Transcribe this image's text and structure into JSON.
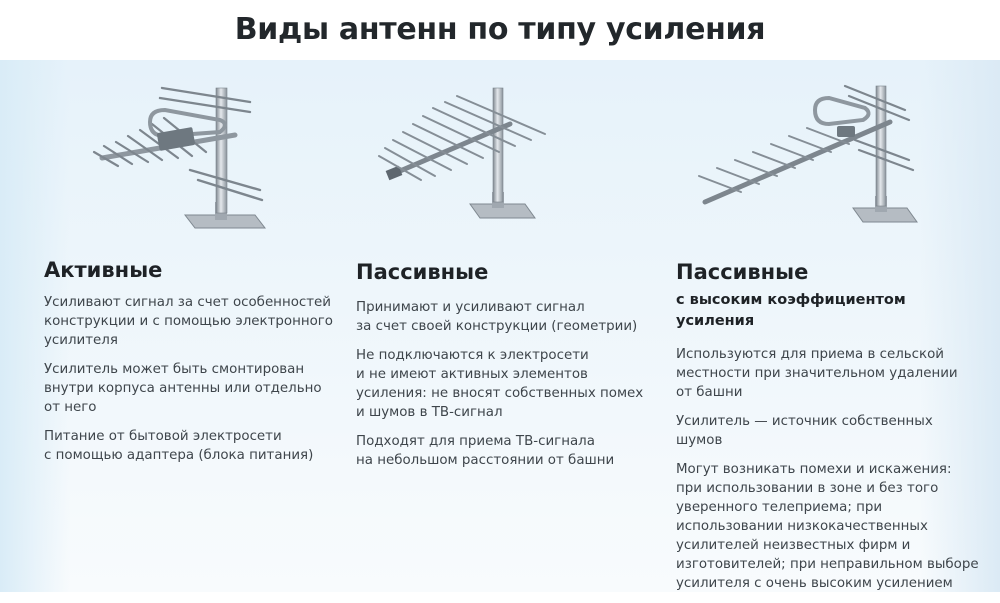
{
  "header": {
    "title": "Виды антенн по типу усиления"
  },
  "columns": [
    {
      "title": "Активные",
      "subtitle": "",
      "paragraphs": [
        "Усиливают сигнал за счет особенностей\nконструкции и с помощью электронного\nусилителя",
        "Усилитель может быть смонтирован\nвнутри корпуса антенны или отдельно\nот него",
        "Питание от бытовой электросети\nс помощью адаптера (блока питания)"
      ]
    },
    {
      "title": "Пассивные",
      "subtitle": "",
      "paragraphs": [
        "Принимают и усиливают сигнал\nза счет своей конструкции (геометрии)",
        "Не подключаются к электросети\nи не имеют активных элементов\nусиления: не вносят собственных помех\nи шумов в ТВ-сигнал",
        "Подходят для приема ТВ-сигнала\nна небольшом расстоянии от башни"
      ]
    },
    {
      "title": "Пассивные",
      "subtitle": "с высоким коэффициентом\nусиления",
      "paragraphs": [
        "Используются для приема в сельской\nместности при значительном удалении\nот башни",
        "Усилитель — источник собственных\nшумов",
        "Могут возникать помехи и искажения:\nпри использовании в зоне и без того\nуверенного телеприема; при\nиспользовании низкокачественных\nусилителей неизвестных фирм и\nизготовителей; при неправильном выборе\nусилителя с очень высоким усилением"
      ]
    }
  ],
  "colors": {
    "title": "#22272b",
    "text": "#3e454b",
    "panel": "#e6f2fa",
    "metal": "#9aa3ab",
    "amplifier": "#6e7880"
  },
  "icons": [
    "active-antenna-icon",
    "passive-antenna-icon",
    "high-gain-antenna-icon"
  ]
}
